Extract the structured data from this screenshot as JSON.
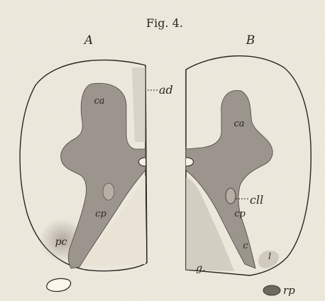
{
  "figure": {
    "title": "Fig. 4.",
    "panel_left": "A",
    "panel_right": "B",
    "labels": {
      "ad": "ad",
      "ca_left": "ca",
      "ca_right": "ca",
      "cp_left": "cp",
      "cp_right": "cp",
      "pc": "pc",
      "cll": "cll",
      "g": "g.",
      "c_small": "c",
      "l_small": "l",
      "rp": "rp"
    }
  },
  "colors": {
    "paper": "#f1ece0",
    "ink": "#2a2520",
    "grey_matter": "#9b958d",
    "shading": "#c9c3b8"
  }
}
